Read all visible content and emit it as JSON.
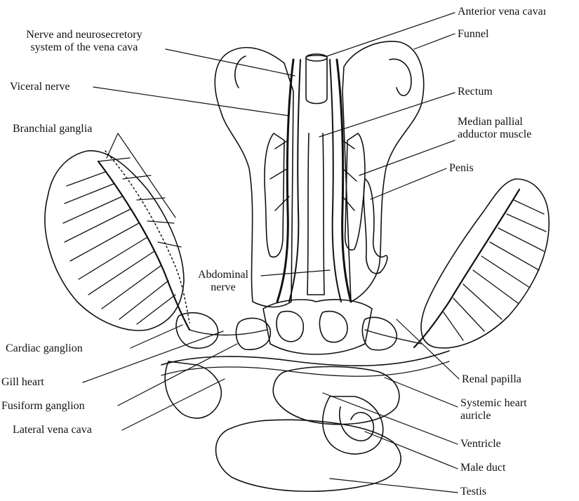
{
  "labels": {
    "anterior_vena_cava": "Anterior vena cavaı",
    "nerve_neurosecretory_line1": "Nerve and neurosecretory",
    "nerve_neurosecretory_line2": "system of the vena cava",
    "funnel": "Funnel",
    "viceral_nerve": "Viceral nerve",
    "rectum": "Rectum",
    "median_pallial_line1": "Median pallial",
    "median_pallial_line2": "adductor muscle",
    "branchial_ganglia": "Branchial ganglia",
    "penis": "Penis",
    "abdominal_nerve_line1": "Abdominal",
    "abdominal_nerve_line2": "nerve",
    "cardiac_ganglion": "Cardiac ganglion",
    "renal_papilla": "Renal papilla",
    "gill_heart": "Gill heart",
    "systemic_heart_line1": "Systemic heart",
    "systemic_heart_line2": "auricle",
    "fusiform_ganglion": "Fusiform ganglion",
    "lateral_vena_cava": "Lateral vena cava",
    "ventricle": "Ventricle",
    "male_duct": "Male duct",
    "testis": "Testis"
  },
  "colors": {
    "ink": "#111111",
    "paper": "#ffffff"
  }
}
